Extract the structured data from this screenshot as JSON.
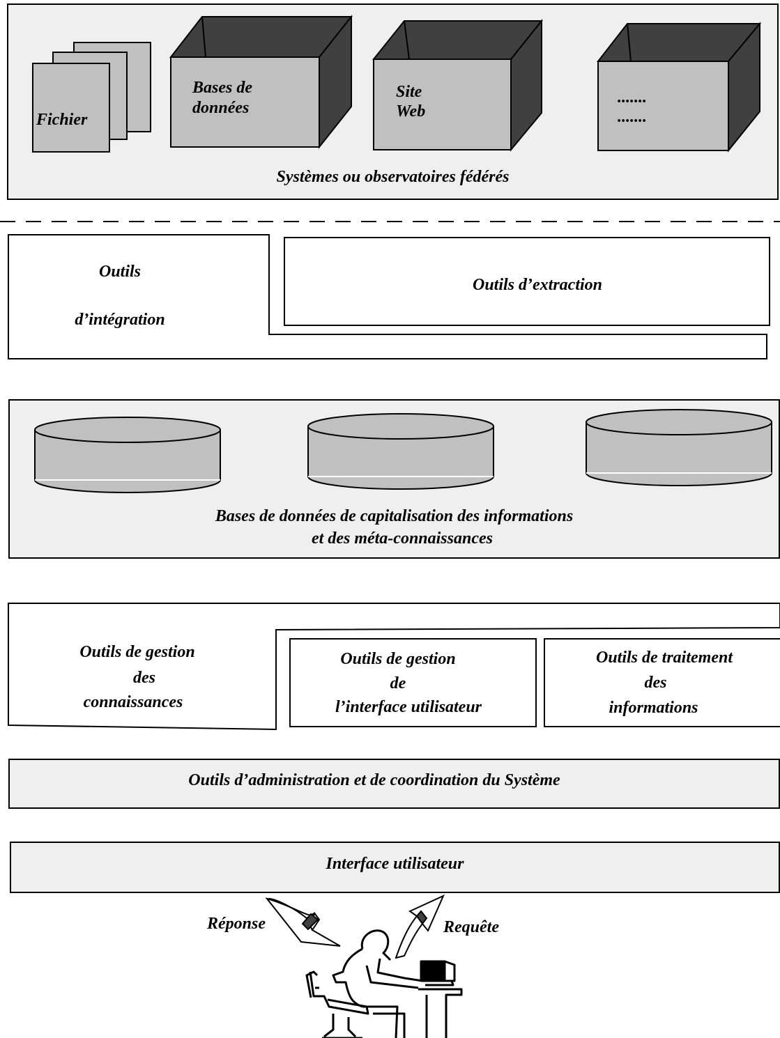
{
  "federated": {
    "items": [
      {
        "label_line1": "Fichier"
      },
      {
        "label_line1": "Bases de",
        "label_line2": "données"
      },
      {
        "label_line1": "Site",
        "label_line2": "Web"
      },
      {
        "label_line1": ".......",
        "label_line2": "......."
      }
    ],
    "caption": "Systèmes ou observatoires fédérés"
  },
  "tools": {
    "integration_line1": "Outils",
    "integration_line2": "d’intégration",
    "extraction": "Outils d’extraction"
  },
  "capitalisation": {
    "caption_line1": "Bases de données de capitalisation des informations",
    "caption_line2": "et des méta-connaissances"
  },
  "management": {
    "knowledge": [
      "Outils de gestion",
      "des",
      "connaissances"
    ],
    "interface": [
      "Outils de gestion",
      "de",
      "l’interface utilisateur"
    ],
    "processing": [
      "Outils de traitement",
      "des",
      "informations"
    ]
  },
  "administration": "Outils d’administration et de coordination du Système",
  "user_interface": "Interface utilisateur",
  "arrows": {
    "response": "Réponse",
    "request": "Requête"
  },
  "colors": {
    "panel_grey": "#efefef",
    "box_grey": "#c0c0c0",
    "box_dark": "#404040",
    "line": "#000000"
  }
}
